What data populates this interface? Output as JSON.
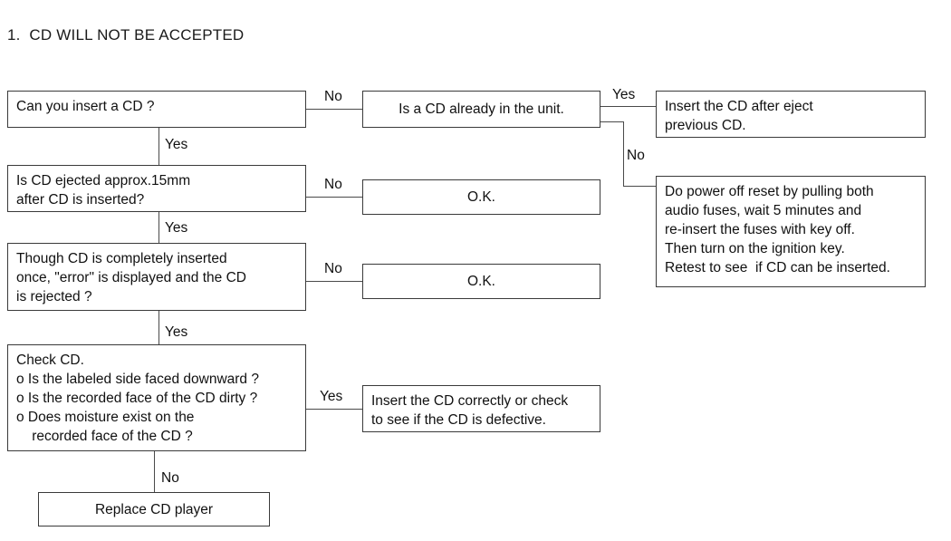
{
  "page": {
    "title": "1.  CD WILL NOT BE ACCEPTED",
    "background_color": "#ffffff",
    "line_color": "#4a4a4a",
    "box_border_color": "#3a3a3a",
    "text_color": "#111111"
  },
  "nodes": {
    "can_insert": "Can you insert a CD ?",
    "already_in_unit": "Is a CD already in the unit.",
    "insert_after_eject": "Insert the CD after eject\nprevious CD.",
    "ejected_15mm": "Is CD ejected approx.15mm\nafter CD is inserted?",
    "ok_1": "O.K.",
    "power_off_reset": "Do power off reset by pulling both\naudio fuses, wait 5 minutes and\nre-insert the fuses with key off.\nThen turn on the ignition key.\nRetest to see  if CD can be inserted.",
    "error_displayed": "Though CD is completely inserted\nonce, \"error\" is displayed and the CD\nis rejected ?",
    "ok_2": "O.K.",
    "check_cd": "Check CD.\no Is the labeled side faced downward ?\no Is the recorded face of the CD dirty ?\no Does moisture exist on the\n    recorded face of the CD ?",
    "insert_correctly": "Insert the CD correctly or check\nto see if the CD is defective.",
    "replace_player": "Replace CD player"
  },
  "edge_labels": {
    "can_insert_no": "No",
    "can_insert_yes": "Yes",
    "already_yes": "Yes",
    "already_no": "No",
    "ejected_no": "No",
    "ejected_yes": "Yes",
    "error_no": "No",
    "error_yes": "Yes",
    "check_yes": "Yes",
    "check_no": "No"
  }
}
